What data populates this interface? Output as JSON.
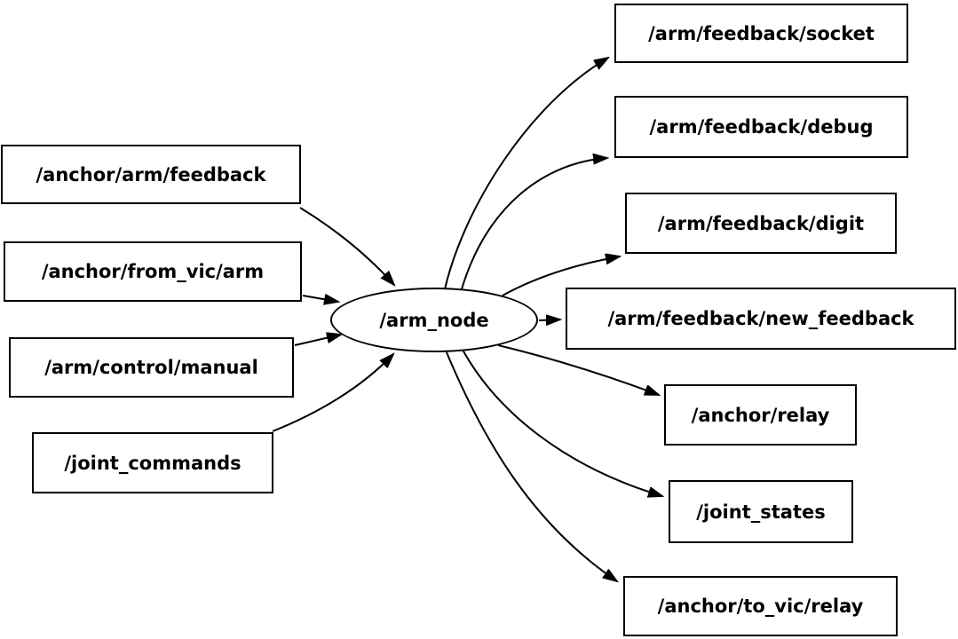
{
  "graph": {
    "center_node": {
      "label": "/arm_node"
    },
    "input_topics": [
      {
        "label": "/anchor/arm/feedback"
      },
      {
        "label": "/anchor/from_vic/arm"
      },
      {
        "label": "/arm/control/manual"
      },
      {
        "label": "/joint_commands"
      }
    ],
    "output_topics": [
      {
        "label": "/arm/feedback/socket"
      },
      {
        "label": "/arm/feedback/debug"
      },
      {
        "label": "/arm/feedback/digit"
      },
      {
        "label": "/arm/feedback/new_feedback"
      },
      {
        "label": "/anchor/relay"
      },
      {
        "label": "/joint_states"
      },
      {
        "label": "/anchor/to_vic/relay"
      }
    ],
    "edges": [
      {
        "from": "/anchor/arm/feedback",
        "to": "/arm_node"
      },
      {
        "from": "/anchor/from_vic/arm",
        "to": "/arm_node"
      },
      {
        "from": "/arm/control/manual",
        "to": "/arm_node"
      },
      {
        "from": "/joint_commands",
        "to": "/arm_node"
      },
      {
        "from": "/arm_node",
        "to": "/arm/feedback/socket"
      },
      {
        "from": "/arm_node",
        "to": "/arm/feedback/debug"
      },
      {
        "from": "/arm_node",
        "to": "/arm/feedback/digit"
      },
      {
        "from": "/arm_node",
        "to": "/arm/feedback/new_feedback"
      },
      {
        "from": "/arm_node",
        "to": "/anchor/relay"
      },
      {
        "from": "/arm_node",
        "to": "/joint_states"
      },
      {
        "from": "/arm_node",
        "to": "/anchor/to_vic/relay"
      }
    ],
    "colors": {
      "background": "#ffffff",
      "node_fill": "#ffffff",
      "node_border": "#000000",
      "edge": "#000000",
      "text": "#000000"
    }
  }
}
